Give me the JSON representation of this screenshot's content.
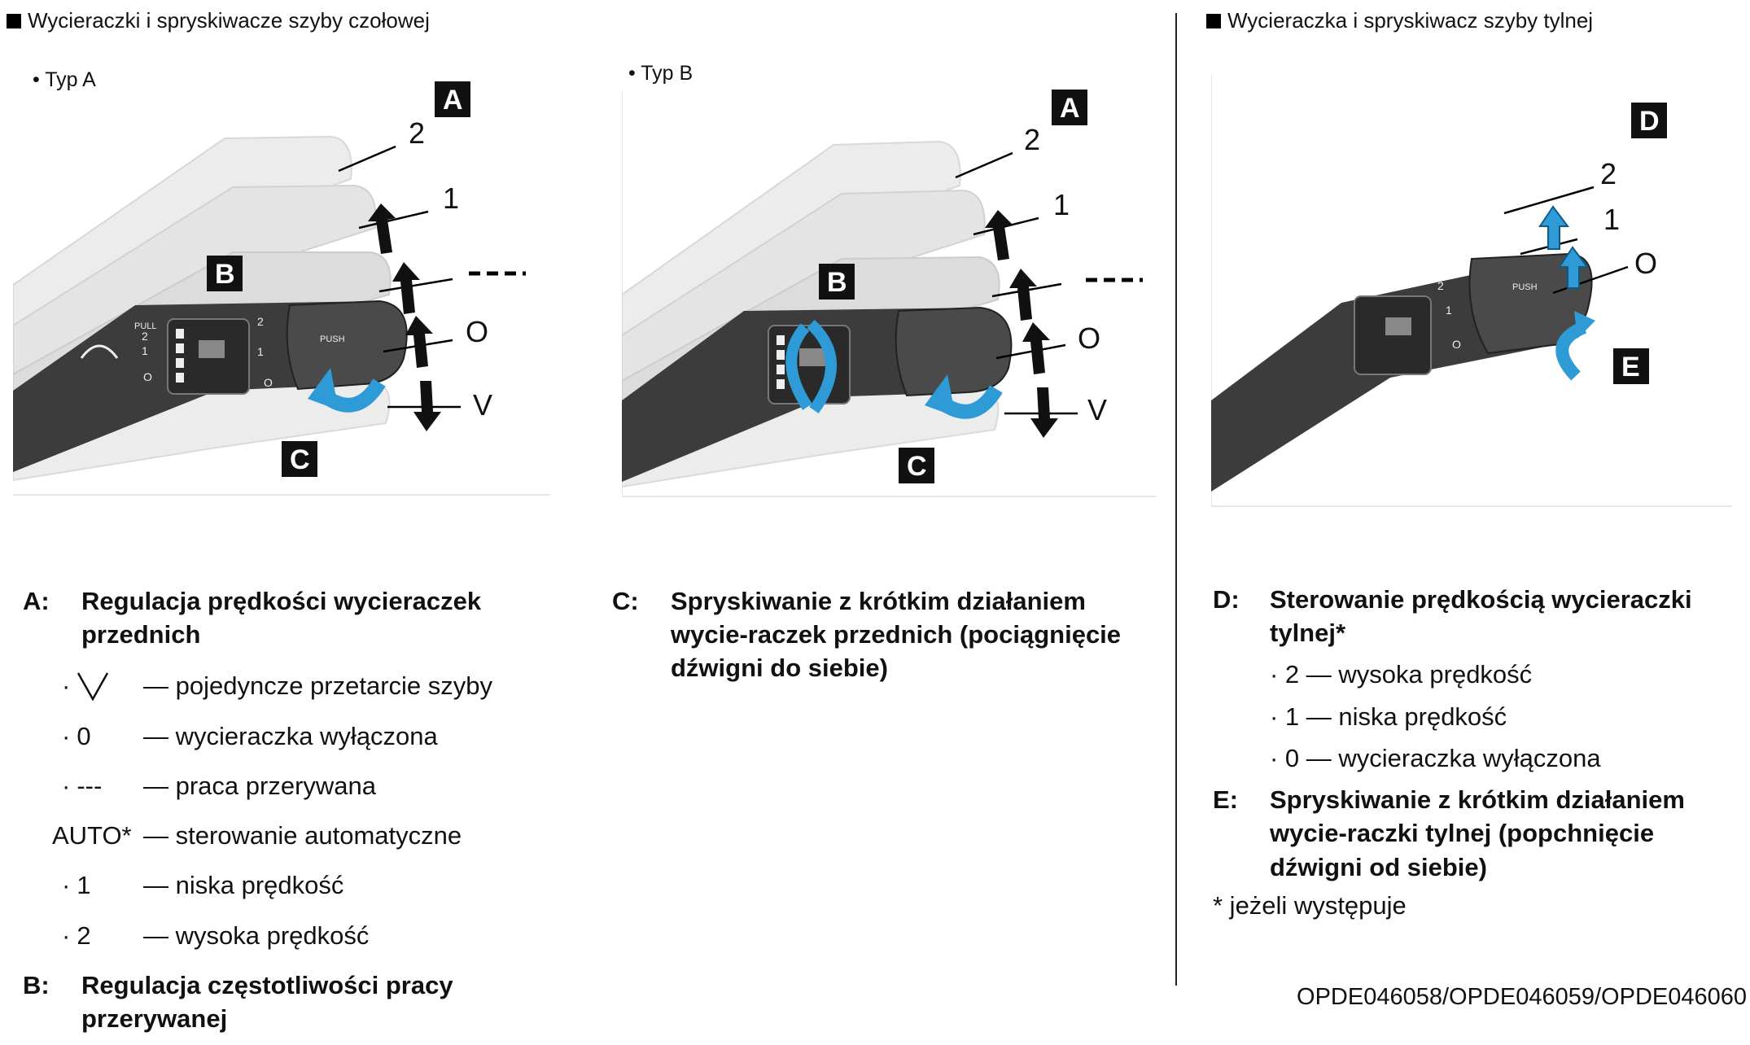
{
  "sections": {
    "front_title": "Wycieraczki i spryskiwacze szyby czołowej",
    "rear_title": "Wycieraczka i spryskiwacz szyby tylnej"
  },
  "figures": {
    "type_a": "• Typ A",
    "type_b": "• Typ B",
    "callouts": [
      "A",
      "B",
      "C",
      "D",
      "E"
    ],
    "positions_front": [
      "2",
      "1",
      "---",
      "O",
      "V"
    ],
    "positions_rear": [
      "2",
      "1",
      "O"
    ],
    "lever_labels": [
      "PULL",
      "PUSH",
      "2",
      "1",
      "O"
    ]
  },
  "legend_front": {
    "a_key": "A:",
    "a_text": "Regulacja prędkości wycieraczek przednich",
    "items": [
      {
        "bullet": "·",
        "key": "",
        "icon": "v-mark",
        "desc": "— pojedyncze przetarcie szyby"
      },
      {
        "bullet": "·",
        "key": "0",
        "desc": "— wycieraczka wyłączona"
      },
      {
        "bullet": "·",
        "key": "---",
        "desc": "— praca przerywana"
      },
      {
        "bullet": "",
        "key": "AUTO*",
        "desc": "— sterowanie automatyczne"
      },
      {
        "bullet": "·",
        "key": "1",
        "desc": "— niska prędkość"
      },
      {
        "bullet": "·",
        "key": "2",
        "desc": "— wysoka prędkość"
      }
    ],
    "b_key": "B:",
    "b_text": "Regulacja częstotliwości pracy przerywanej"
  },
  "legend_c": {
    "c_key": "C:",
    "c_text": "Spryskiwanie z krótkim działaniem wycie-raczek przednich (pociągnięcie dźwigni do siebie)"
  },
  "legend_rear": {
    "d_key": "D:",
    "d_text": "Sterowanie prędkością wycieraczki tylnej*",
    "items": [
      "· 2 — wysoka prędkość",
      "· 1 — niska prędkość",
      "· 0 — wycieraczka wyłączona"
    ],
    "e_key": "E:",
    "e_text": "Spryskiwanie z krótkim działaniem wycie-raczki tylnej (popchnięcie dźwigni od siebie)",
    "footnote": "* jeżeli występuje"
  },
  "image_code": "OPDE046058/OPDE046059/OPDE046060",
  "colors": {
    "accent_arrow": "#2e9bd6",
    "lever": "#3c3c3c",
    "ghost": "#d4d4d4"
  }
}
